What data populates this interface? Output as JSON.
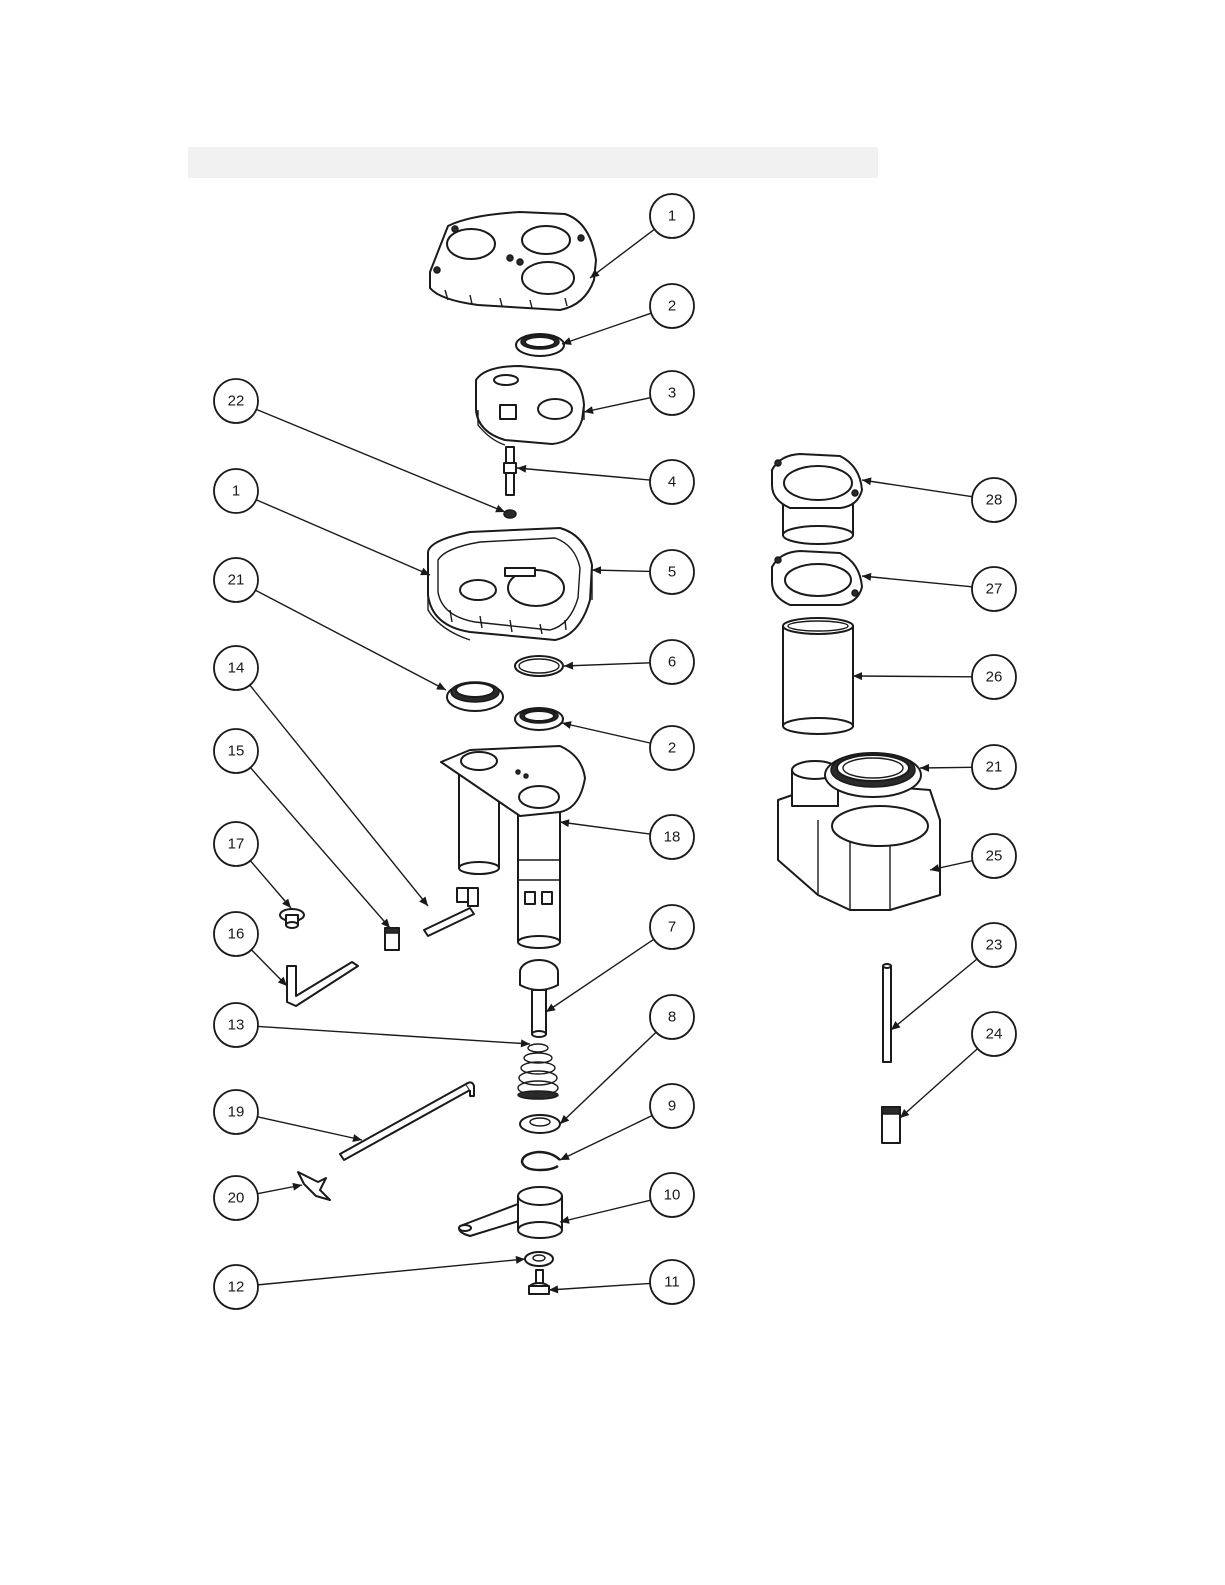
{
  "callouts": [
    {
      "label": "1"
    },
    {
      "label": "2"
    },
    {
      "label": "3"
    },
    {
      "label": "22"
    },
    {
      "label": "4"
    },
    {
      "label": "1"
    },
    {
      "label": "5"
    },
    {
      "label": "21"
    },
    {
      "label": "6"
    },
    {
      "label": "14"
    },
    {
      "label": "2"
    },
    {
      "label": "15"
    },
    {
      "label": "18"
    },
    {
      "label": "17"
    },
    {
      "label": "7"
    },
    {
      "label": "16"
    },
    {
      "label": "13"
    },
    {
      "label": "8"
    },
    {
      "label": "19"
    },
    {
      "label": "9"
    },
    {
      "label": "20"
    },
    {
      "label": "10"
    },
    {
      "label": "12"
    },
    {
      "label": "11"
    },
    {
      "label": "28"
    },
    {
      "label": "27"
    },
    {
      "label": "26"
    },
    {
      "label": "21"
    },
    {
      "label": "25"
    },
    {
      "label": "23"
    },
    {
      "label": "24"
    }
  ]
}
